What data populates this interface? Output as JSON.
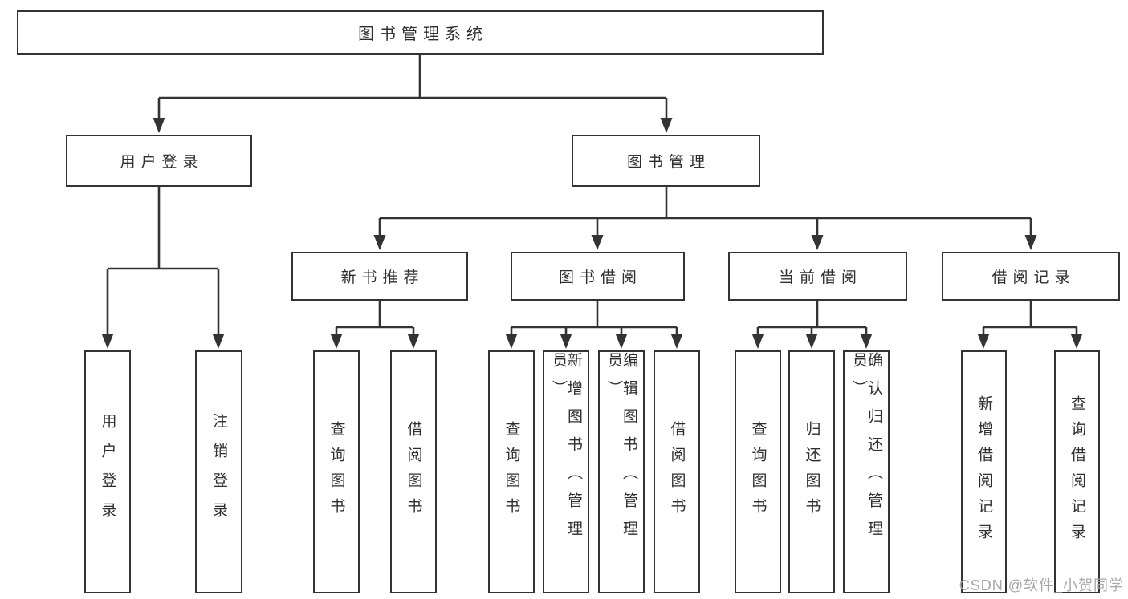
{
  "diagram": {
    "root": {
      "label": "图书管理系统"
    },
    "level2": [
      {
        "label": "用户登录"
      },
      {
        "label": "图书管理"
      }
    ],
    "level3": [
      {
        "label": "新书推荐",
        "parent": "图书管理"
      },
      {
        "label": "图书借阅",
        "parent": "图书管理"
      },
      {
        "label": "当前借阅",
        "parent": "图书管理"
      },
      {
        "label": "借阅记录",
        "parent": "图书管理"
      }
    ],
    "leaves": [
      {
        "label": "用户登录",
        "parent": "用户登录"
      },
      {
        "label": "注销登录",
        "parent": "用户登录"
      },
      {
        "label": "查询图书",
        "parent": "新书推荐"
      },
      {
        "label": "借阅图书",
        "parent": "新书推荐"
      },
      {
        "label": "查询图书",
        "parent": "图书借阅"
      },
      {
        "label": "新增图书（管理员）",
        "parent": "图书借阅"
      },
      {
        "label": "编辑图书（管理员）",
        "parent": "图书借阅"
      },
      {
        "label": "借阅图书",
        "parent": "图书借阅"
      },
      {
        "label": "查询图书",
        "parent": "当前借阅"
      },
      {
        "label": "归还图书",
        "parent": "当前借阅"
      },
      {
        "label": "确认归还（管理员）",
        "parent": "当前借阅"
      },
      {
        "label": "新增借阅记录",
        "parent": "借阅记录"
      },
      {
        "label": "查询借阅记录",
        "parent": "借阅记录"
      }
    ]
  },
  "watermark": {
    "text": "CSDN @软件_小贺同学"
  },
  "colors": {
    "line": "#333333",
    "text": "#2f2f2f",
    "watermark": "#a6a6a6",
    "background": "#ffffff"
  }
}
